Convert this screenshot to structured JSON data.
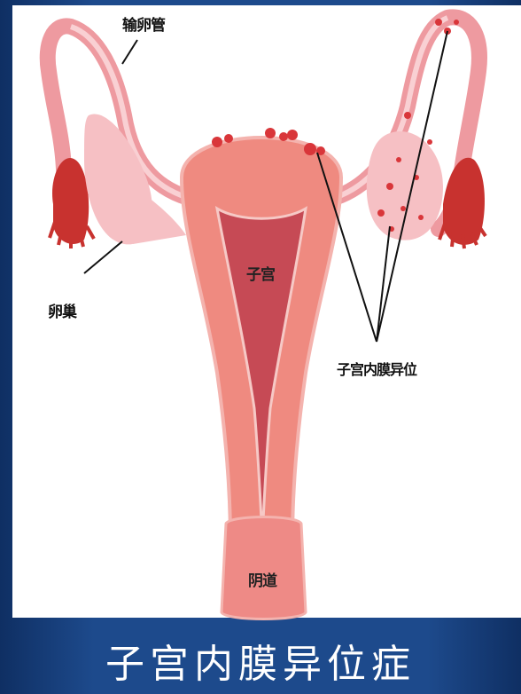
{
  "labels": {
    "fallopian_tube": "输卵管",
    "ovary": "卵巢",
    "uterus": "子宫",
    "endometriosis_site": "子宫内膜异位",
    "vagina": "阴道"
  },
  "caption": "子宫内膜异位症",
  "colors": {
    "background": "#1d4a8c",
    "organ_light": "#f6b6bb",
    "organ_mid": "#ee7d77",
    "organ_dark": "#c8322f",
    "lesion": "#d9363a"
  }
}
